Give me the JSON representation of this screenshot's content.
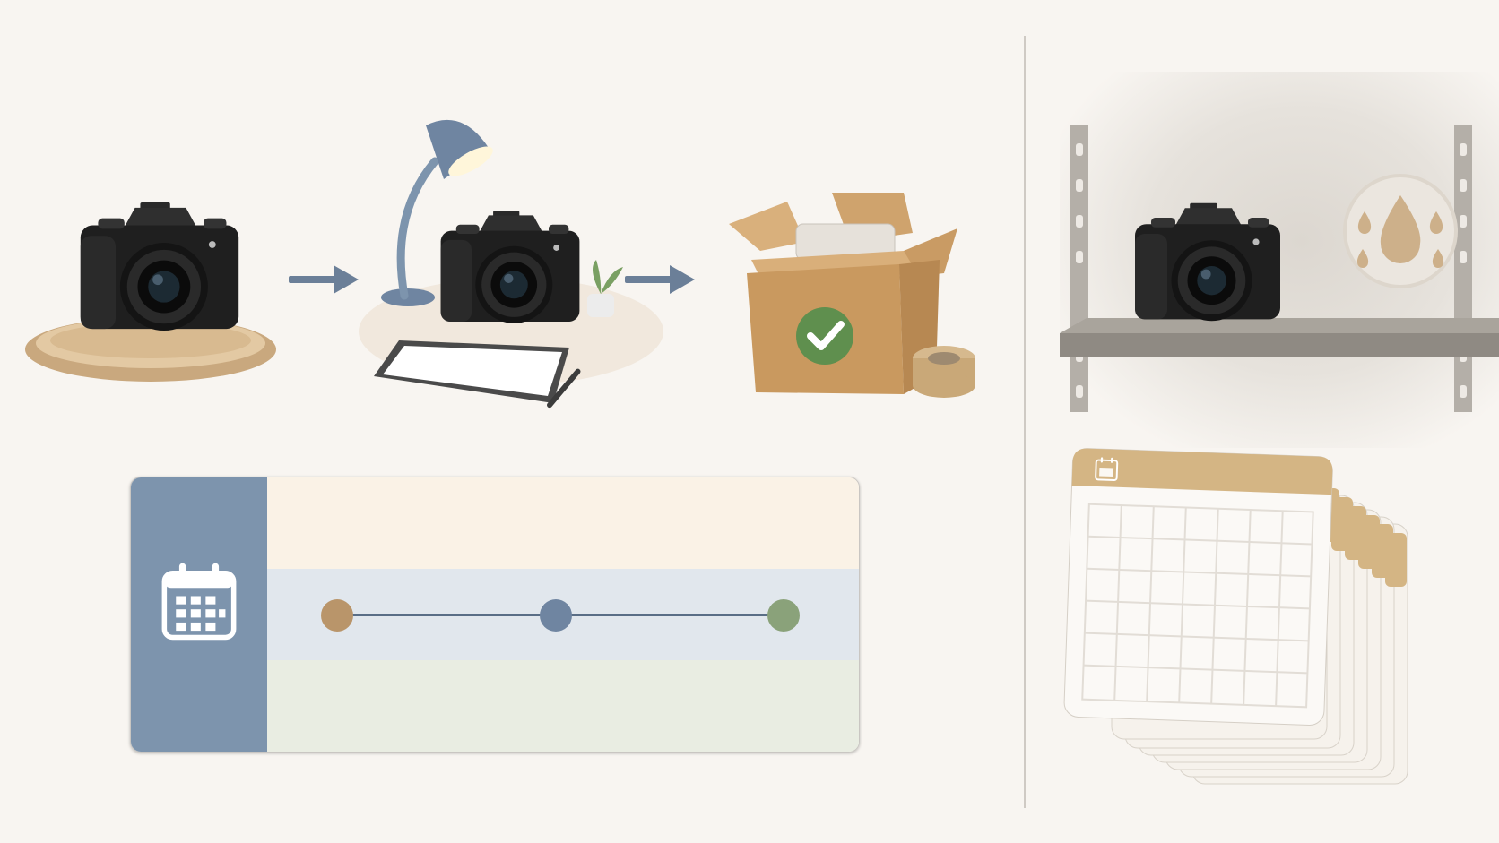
{
  "diagram": {
    "workflow_steps": [
      "camera-on-tray",
      "camera-inspection-desk",
      "packed-shipping-box"
    ],
    "timeline": {
      "icon": "calendar-icon",
      "nodes": [
        {
          "color": "#b9956a"
        },
        {
          "color": "#6f85a1"
        },
        {
          "color": "#8aa27a"
        }
      ]
    },
    "storage": {
      "icons": [
        "shelf-camera",
        "humidity-drop-icon",
        "calendar-stack"
      ]
    },
    "colors": {
      "accent_blue": "#7d94ad",
      "accent_tan": "#c8a678",
      "accent_green": "#5f8f4e",
      "background": "#f8f5f1"
    }
  }
}
